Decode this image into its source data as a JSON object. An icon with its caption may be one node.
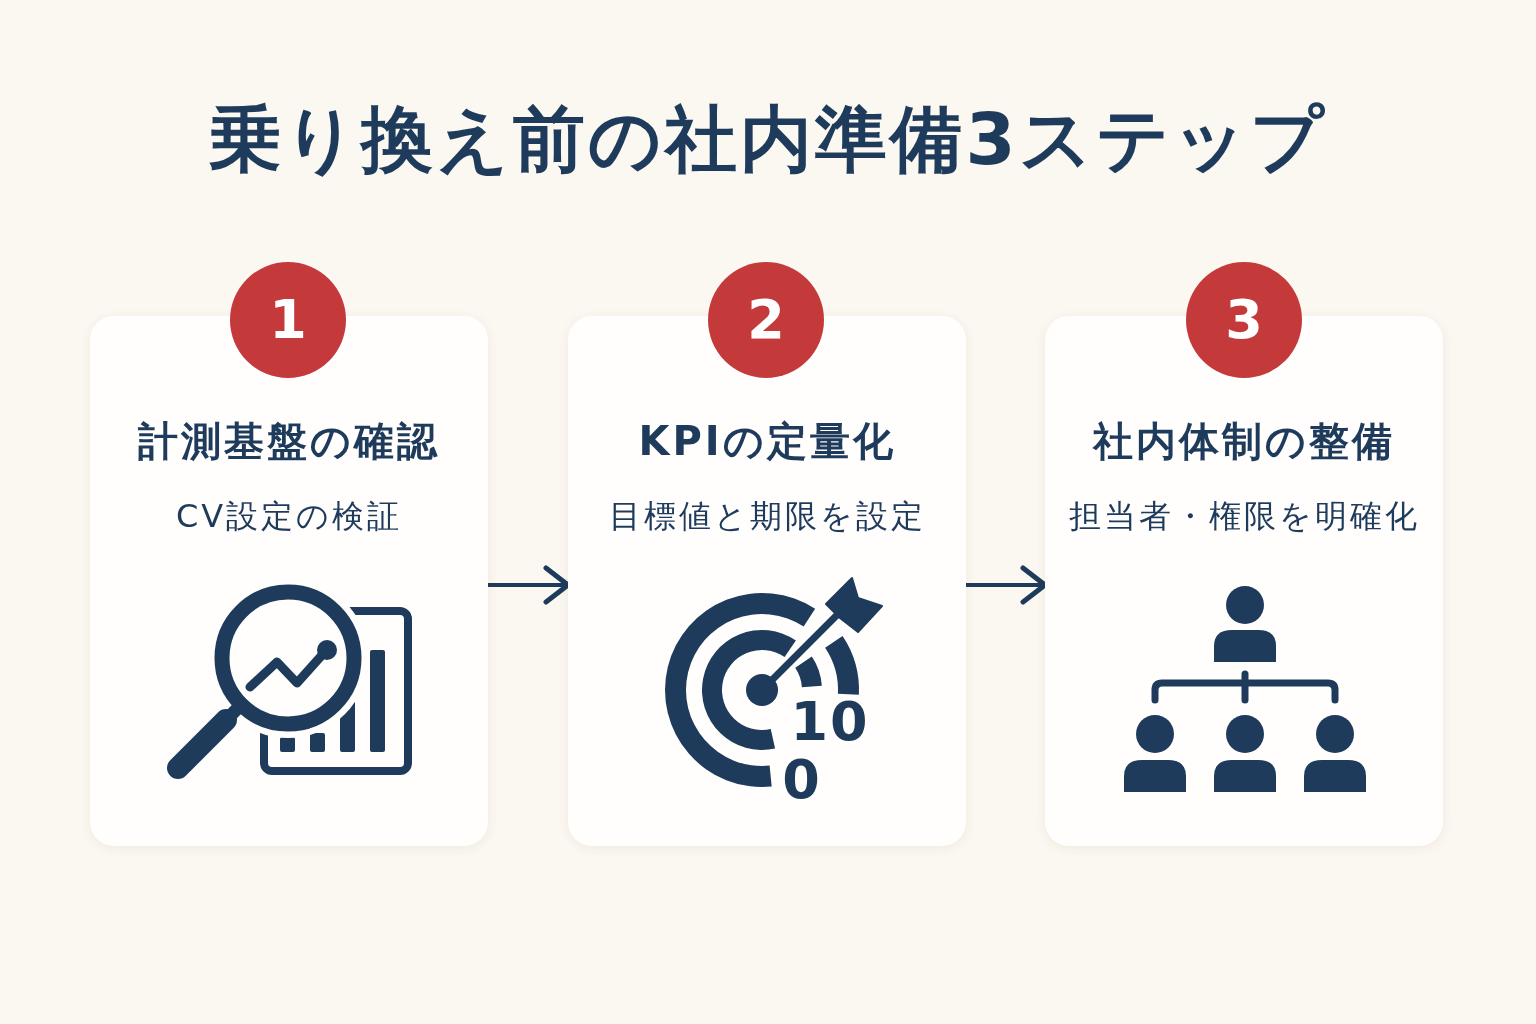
{
  "diagram": {
    "title": "乗り換え前の社内準備3ステップ",
    "nodes": [
      {
        "text": [
          "1"
        ]
      },
      {
        "text": [
          "計測基盤の確認",
          "CV設定の検証"
        ]
      },
      {
        "text": [
          "2"
        ]
      },
      {
        "text": [
          "KPIの定量化",
          "目標値と期限を設定"
        ]
      },
      {
        "text": [
          "3"
        ]
      },
      {
        "text": [
          "社内体制の整備",
          "担当者・権限を明確化"
        ]
      }
    ],
    "edges": [
      {
        "from": 1,
        "to": 3,
        "arrow": "to"
      },
      {
        "from": 3,
        "to": 5,
        "arrow": "to"
      }
    ],
    "labels": [
      "10",
      "0"
    ]
  }
}
